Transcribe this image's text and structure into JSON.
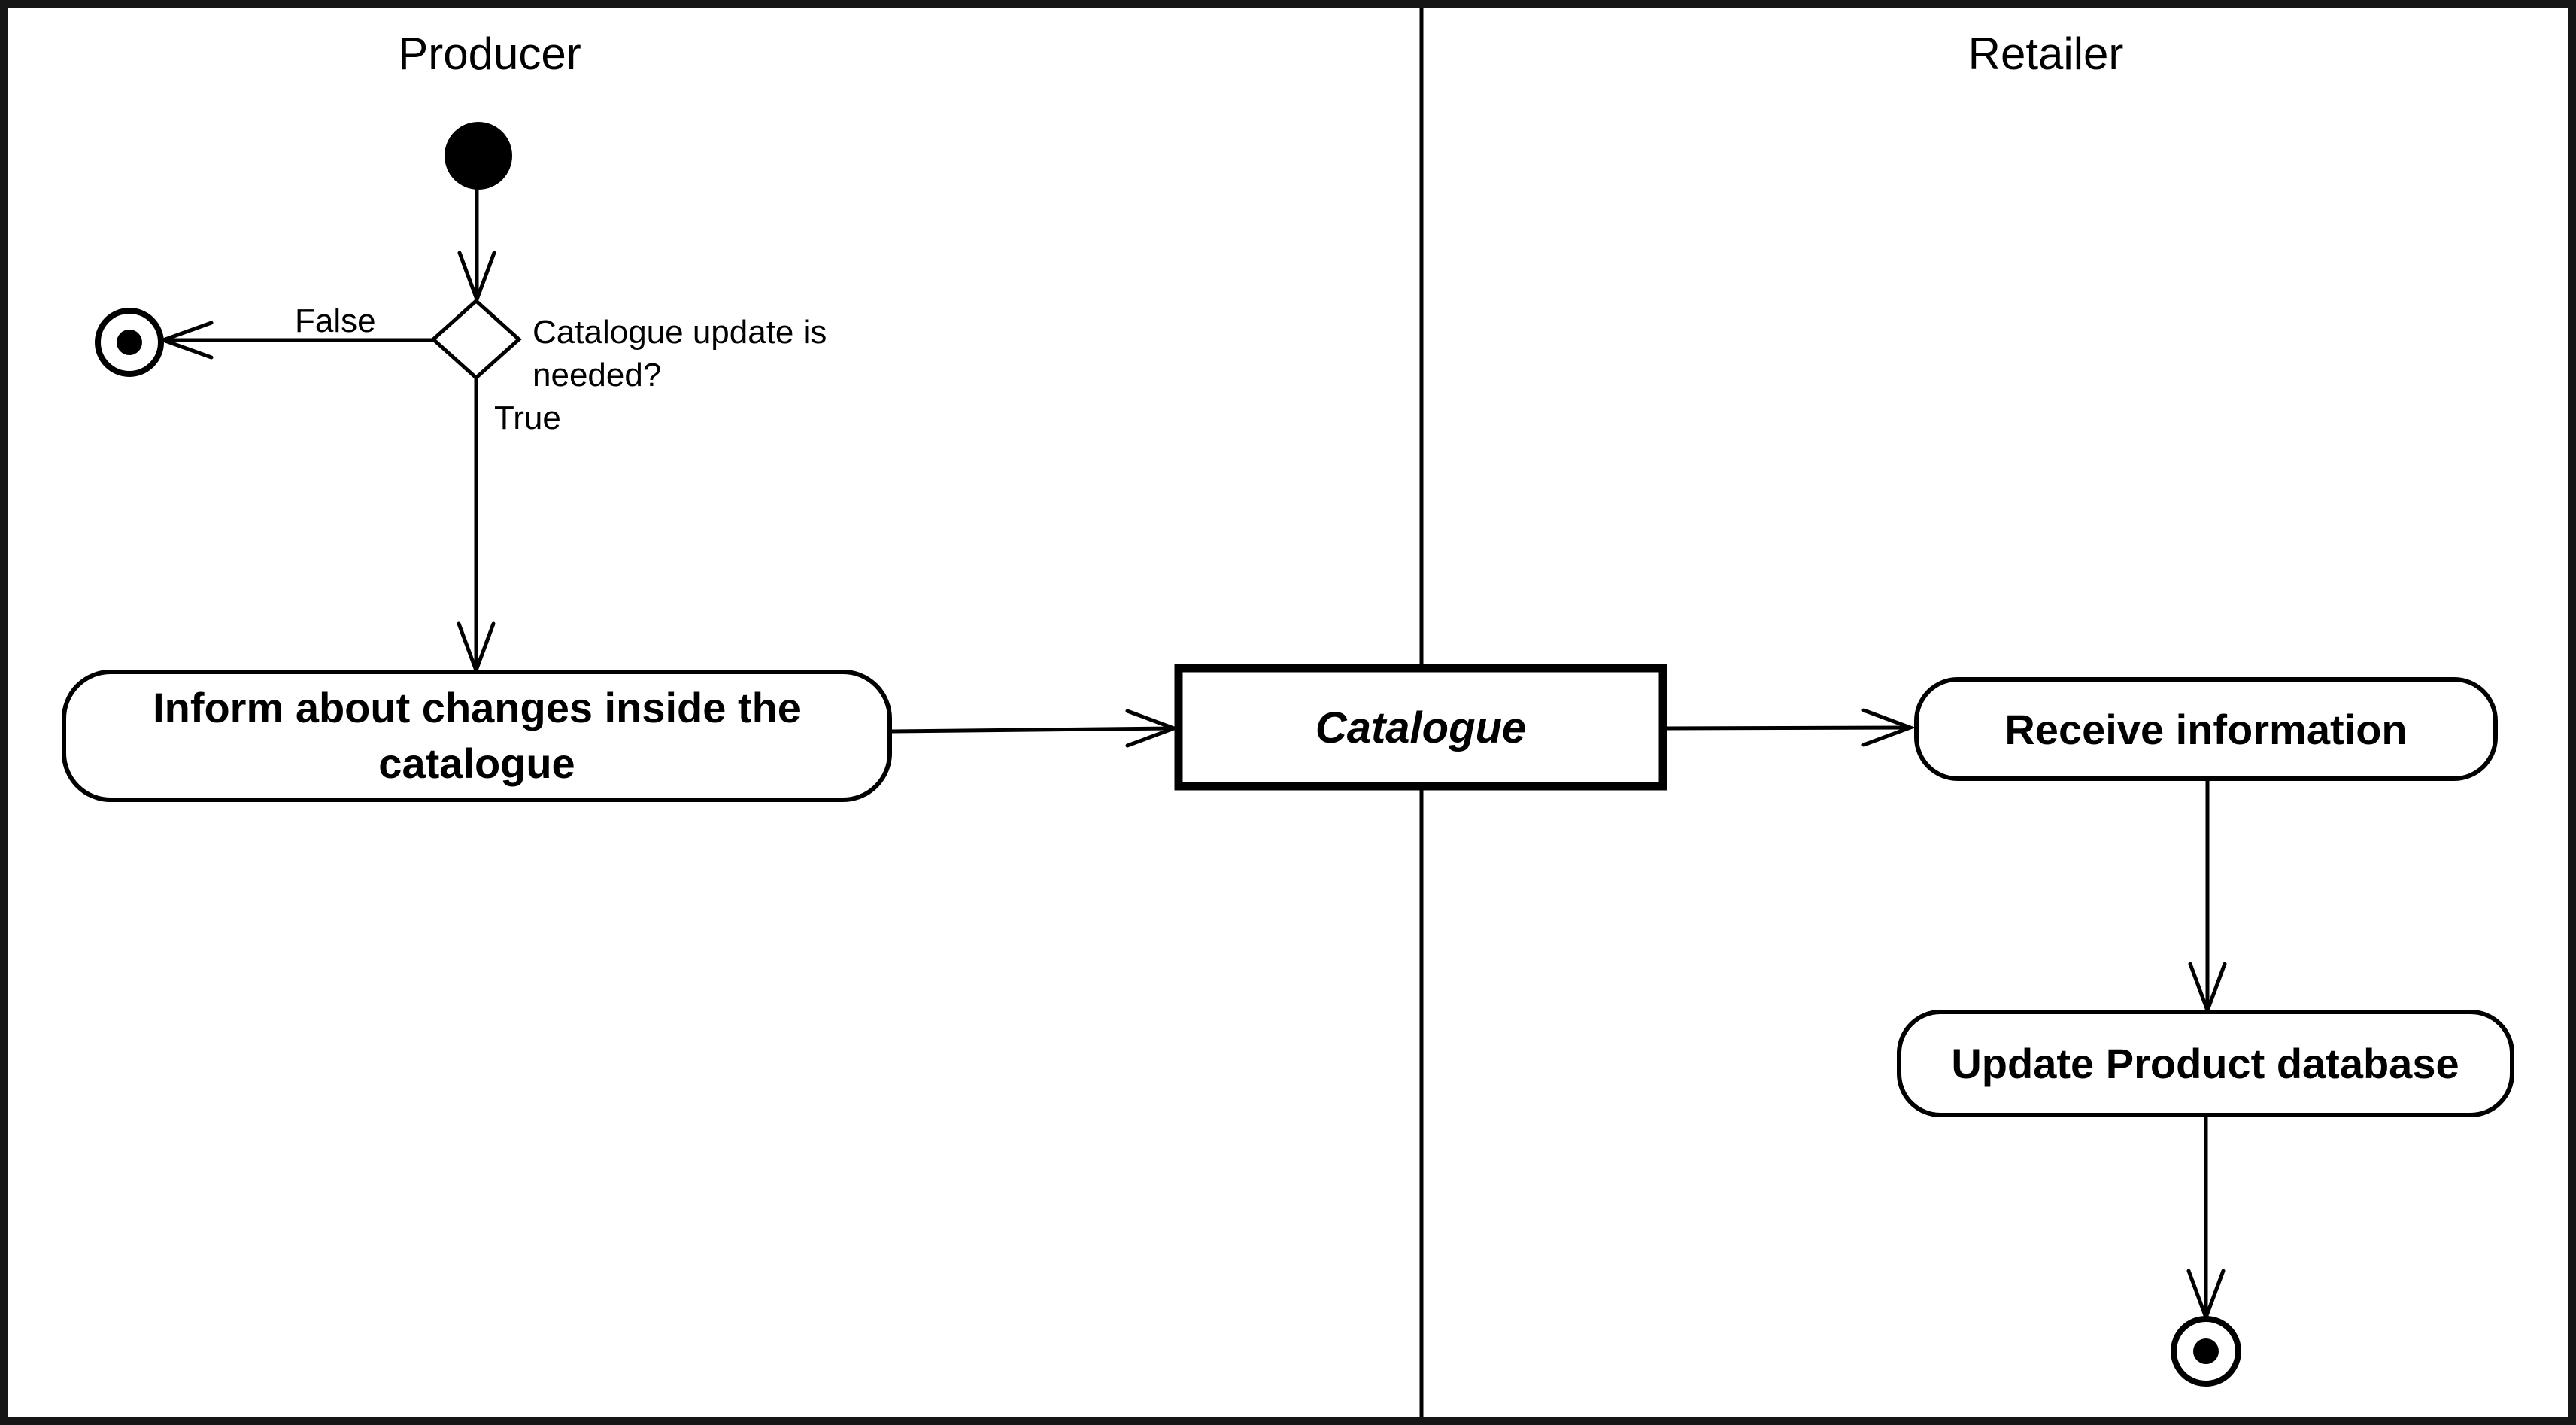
{
  "colors": {
    "background": "#ffffff",
    "stroke": "#000000",
    "border": "#161616"
  },
  "lanes": {
    "producer": {
      "title": "Producer"
    },
    "retailer": {
      "title": "Retailer"
    }
  },
  "nodes": {
    "decision_question": {
      "line1": "Catalogue update is",
      "line2": "needed?"
    },
    "inform_activity": {
      "line1": "Inform about changes inside the",
      "line2": "catalogue"
    },
    "catalogue_object": {
      "label": "Catalogue"
    },
    "receive_activity": {
      "label": "Receive information"
    },
    "update_activity": {
      "label": "Update Product database"
    }
  },
  "edges": {
    "false_branch": {
      "label": "False"
    },
    "true_branch": {
      "label": "True"
    }
  }
}
